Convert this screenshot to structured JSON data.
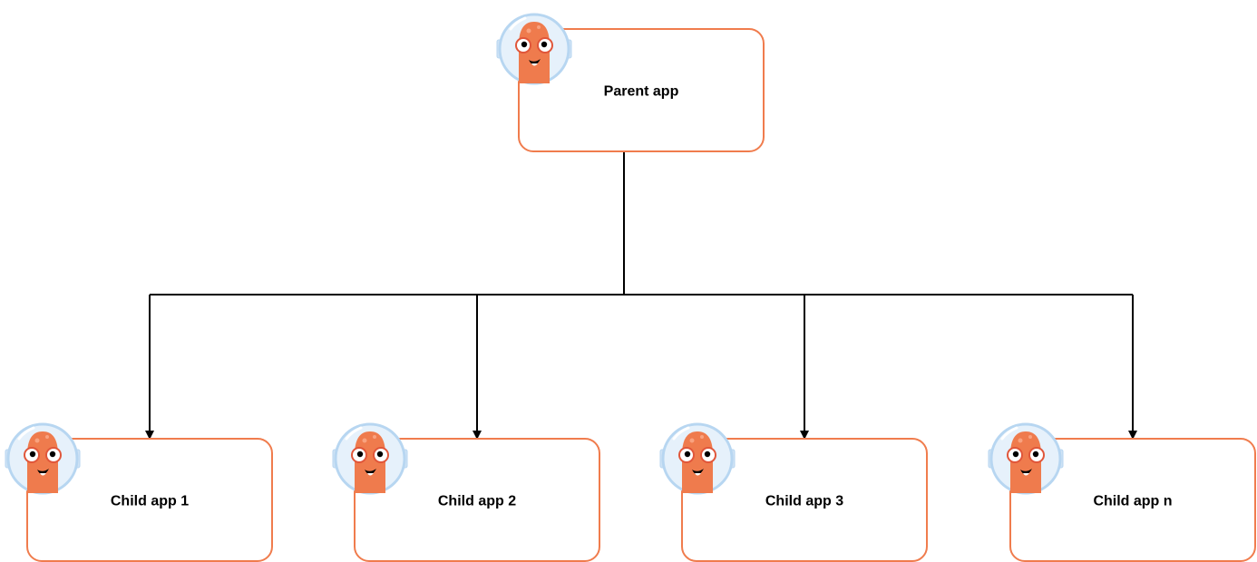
{
  "diagram": {
    "colors": {
      "box_border": "#f07c4d",
      "connector": "#000000",
      "logo_skin": "#ef7b4d",
      "logo_helmet": "#e6f1fb",
      "logo_helmet_rim": "#b7d6f1"
    },
    "nodes": {
      "parent": {
        "label": "Parent app",
        "icon": "argo-mascot-icon"
      },
      "children": [
        {
          "label": "Child app 1",
          "icon": "argo-mascot-icon"
        },
        {
          "label": "Child app 2",
          "icon": "argo-mascot-icon"
        },
        {
          "label": "Child app 3",
          "icon": "argo-mascot-icon"
        },
        {
          "label": "Child app n",
          "icon": "argo-mascot-icon"
        }
      ]
    },
    "edges": [
      {
        "from": "Parent app",
        "to": "Child app 1"
      },
      {
        "from": "Parent app",
        "to": "Child app 2"
      },
      {
        "from": "Parent app",
        "to": "Child app 3"
      },
      {
        "from": "Parent app",
        "to": "Child app n"
      }
    ]
  }
}
